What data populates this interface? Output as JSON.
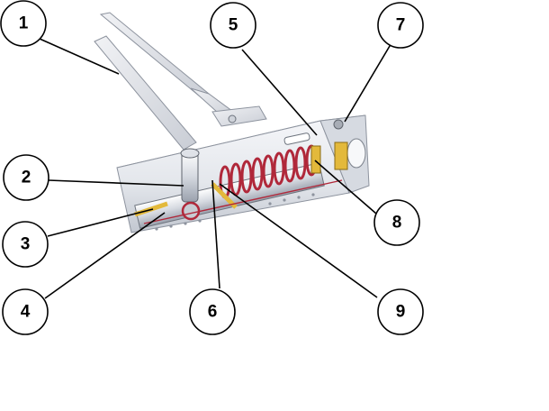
{
  "callouts": [
    {
      "id": "1",
      "label": "1"
    },
    {
      "id": "2",
      "label": "2"
    },
    {
      "id": "3",
      "label": "3"
    },
    {
      "id": "4",
      "label": "4"
    },
    {
      "id": "5",
      "label": "5"
    },
    {
      "id": "6",
      "label": "6"
    },
    {
      "id": "7",
      "label": "7"
    },
    {
      "id": "8",
      "label": "8"
    },
    {
      "id": "9",
      "label": "9"
    }
  ],
  "colors": {
    "body": "#e9ebef",
    "body_shade": "#c7cbd3",
    "spring": "#b0283a",
    "valve": "#e3b93b",
    "arm": "#dfe2e8"
  }
}
